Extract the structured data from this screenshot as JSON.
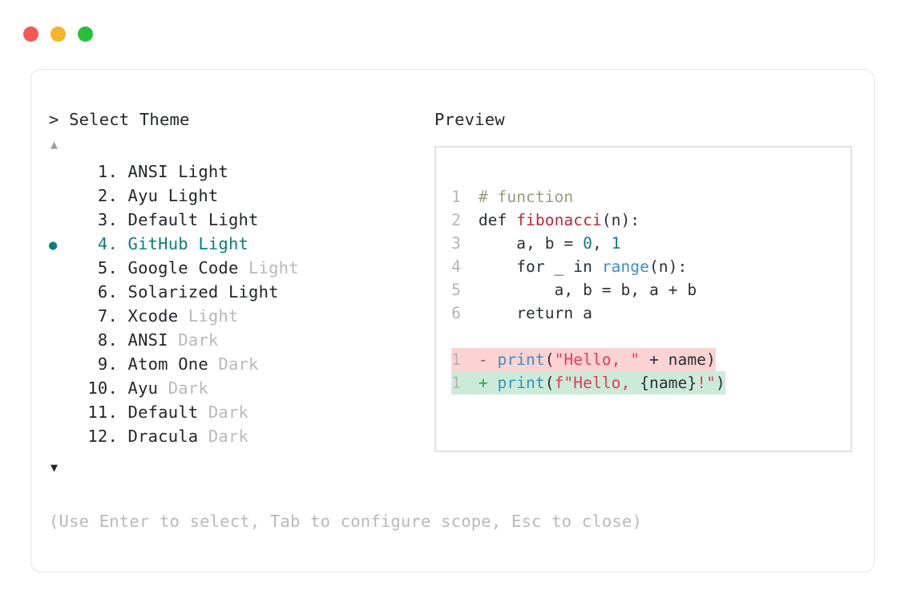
{
  "window": {
    "dots": [
      {
        "name": "close-dot",
        "color": "#f05a54"
      },
      {
        "name": "minimize-dot",
        "color": "#f5b429"
      },
      {
        "name": "maximize-dot",
        "color": "#27c03c"
      }
    ]
  },
  "left": {
    "prompt": "> Select Theme",
    "scroll_up_icon": "▲",
    "scroll_down_icon": "▼",
    "items": [
      {
        "bullet": "",
        "num": "1.",
        "name": "ANSI Light",
        "variant": ""
      },
      {
        "bullet": "",
        "num": "2.",
        "name": "Ayu Light",
        "variant": ""
      },
      {
        "bullet": "",
        "num": "3.",
        "name": "Default Light",
        "variant": ""
      },
      {
        "bullet": "●",
        "num": "4.",
        "name": "GitHub Light",
        "variant": ""
      },
      {
        "bullet": "",
        "num": "5.",
        "name": "Google Code",
        "variant": " Light"
      },
      {
        "bullet": "",
        "num": "6.",
        "name": "Solarized Light",
        "variant": ""
      },
      {
        "bullet": "",
        "num": "7.",
        "name": "Xcode",
        "variant": " Light"
      },
      {
        "bullet": "",
        "num": "8.",
        "name": "ANSI",
        "variant": " Dark"
      },
      {
        "bullet": "",
        "num": "9.",
        "name": "Atom One",
        "variant": " Dark"
      },
      {
        "bullet": "",
        "num": "10.",
        "name": "Ayu",
        "variant": " Dark"
      },
      {
        "bullet": "",
        "num": "11.",
        "name": "Default",
        "variant": " Dark"
      },
      {
        "bullet": "",
        "num": "12.",
        "name": "Dracula",
        "variant": " Dark"
      }
    ],
    "selected_index": 3,
    "help": "(Use Enter to select, Tab to configure scope, Esc to close)"
  },
  "right": {
    "label": "Preview",
    "code": [
      {
        "ln": "1",
        "tokens": [
          {
            "t": " # function",
            "c": "tok-comment"
          }
        ]
      },
      {
        "ln": "2",
        "tokens": [
          {
            "t": " def ",
            "c": "tok-keyword"
          },
          {
            "t": "fibonacci",
            "c": "tok-func"
          },
          {
            "t": "(n):",
            "c": "tok-plain"
          }
        ]
      },
      {
        "ln": "3",
        "tokens": [
          {
            "t": "     a, b = ",
            "c": "tok-plain"
          },
          {
            "t": "0",
            "c": "tok-number"
          },
          {
            "t": ", ",
            "c": "tok-plain"
          },
          {
            "t": "1",
            "c": "tok-number"
          }
        ]
      },
      {
        "ln": "4",
        "tokens": [
          {
            "t": "     for _ in ",
            "c": "tok-plain"
          },
          {
            "t": "range",
            "c": "tok-builtin"
          },
          {
            "t": "(n):",
            "c": "tok-plain"
          }
        ]
      },
      {
        "ln": "5",
        "tokens": [
          {
            "t": "         a, b = b, a + b",
            "c": "tok-plain"
          }
        ]
      },
      {
        "ln": "6",
        "tokens": [
          {
            "t": "     return a",
            "c": "tok-plain"
          }
        ]
      }
    ],
    "diff": [
      {
        "kind": "removed",
        "ln": "1",
        "marker": " - ",
        "tokens": [
          {
            "t": "print",
            "c": "tok-builtin"
          },
          {
            "t": "(",
            "c": "tok-plain"
          },
          {
            "t": "\"Hello, \"",
            "c": "tok-string"
          },
          {
            "t": " + name)",
            "c": "tok-plain"
          }
        ]
      },
      {
        "kind": "added",
        "ln": "1",
        "marker": " + ",
        "tokens": [
          {
            "t": "print",
            "c": "tok-builtin"
          },
          {
            "t": "(",
            "c": "tok-plain"
          },
          {
            "t": "f\"Hello, ",
            "c": "tok-string"
          },
          {
            "t": "{name}",
            "c": "tok-plain"
          },
          {
            "t": "!\"",
            "c": "tok-string"
          },
          {
            "t": ")",
            "c": "tok-plain"
          }
        ]
      }
    ]
  }
}
